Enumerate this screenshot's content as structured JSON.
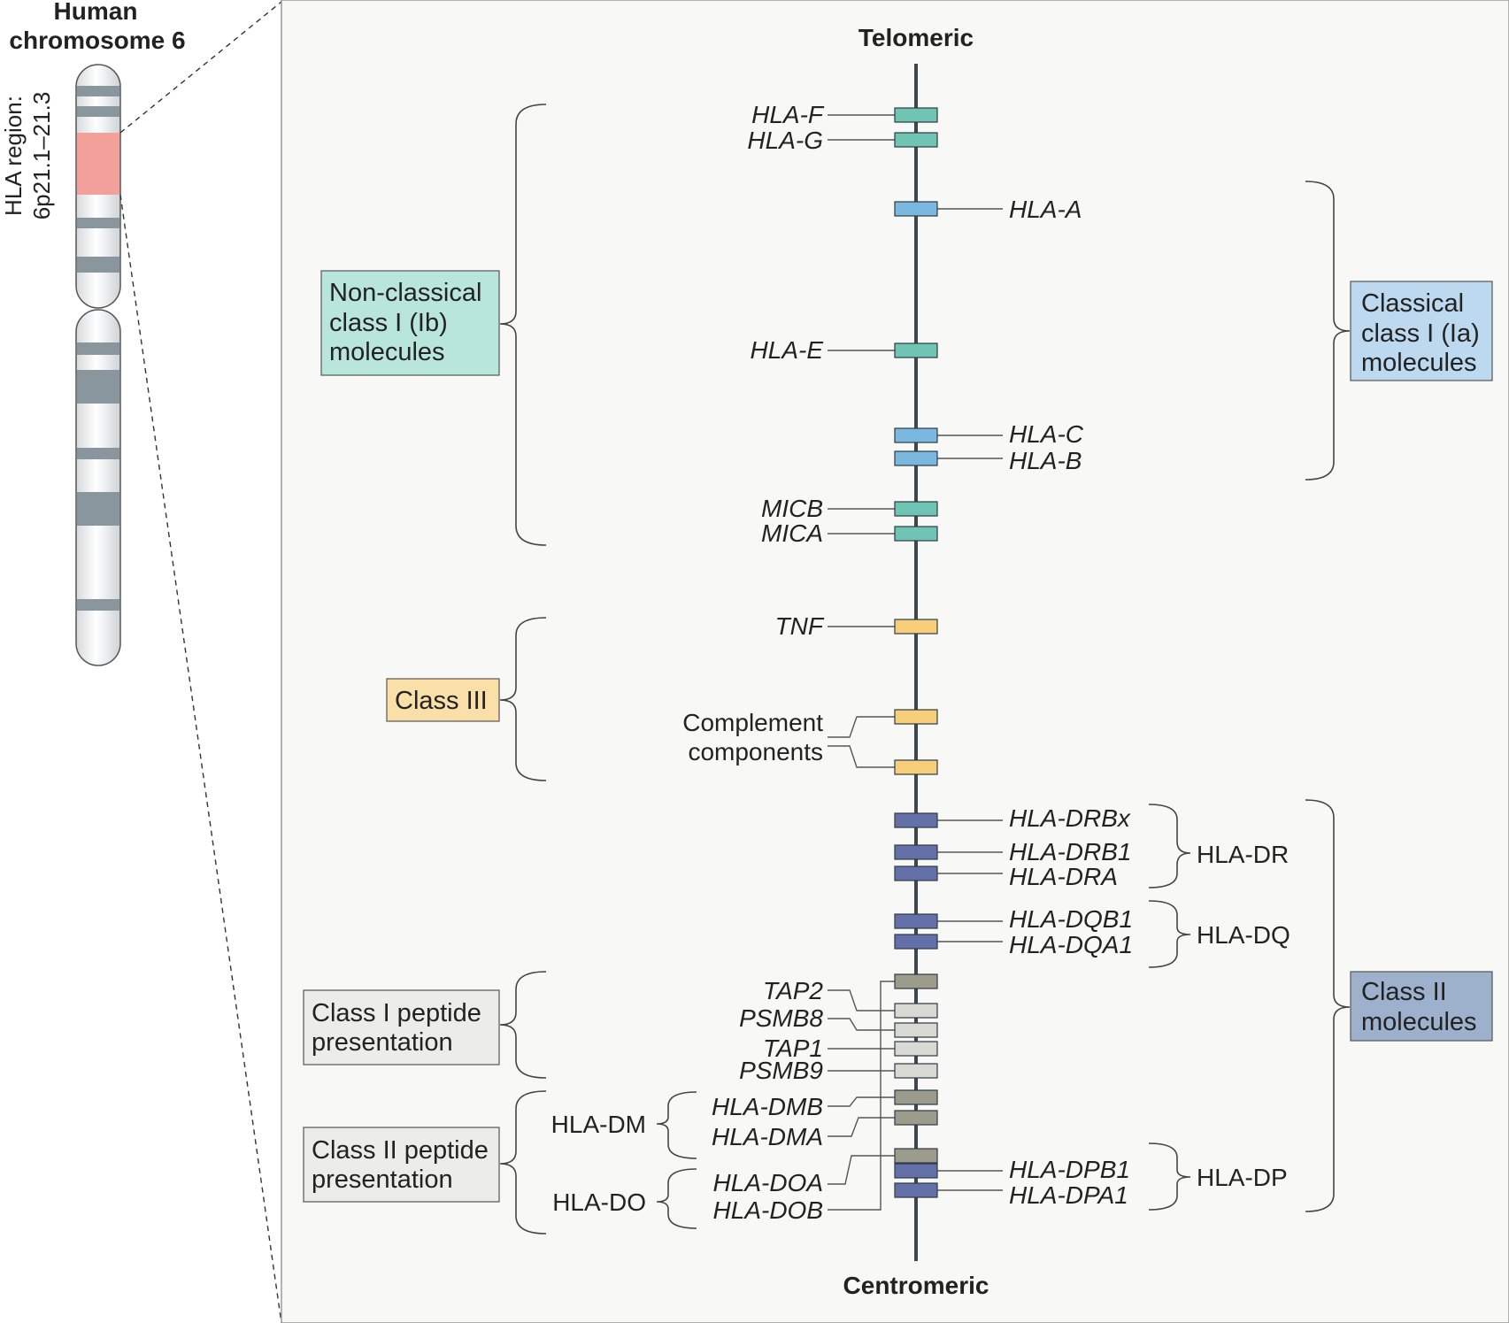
{
  "chromosome": {
    "title_line1": "Human",
    "title_line2": "chromosome 6",
    "region_line1": "HLA region:",
    "region_line2": "6p21.1–21.3"
  },
  "axis": {
    "top": "Telomeric",
    "bottom": "Centromeric"
  },
  "colors": {
    "nonclassical": "#6fc4b3",
    "classical": "#7ab8e0",
    "class3": "#f7cf7b",
    "class2": "#6470a8",
    "peptide_light": "#d9d9d4",
    "peptide_dark": "#9c9c8c",
    "highlight": "#f4a09a",
    "panel_bg": "#f8f8f6"
  },
  "genes": {
    "hla_f": "HLA-F",
    "hla_g": "HLA-G",
    "hla_a": "HLA-A",
    "hla_e": "HLA-E",
    "hla_c": "HLA-C",
    "hla_b": "HLA-B",
    "micb": "MICB",
    "mica": "MICA",
    "tnf": "TNF",
    "hla_drbx": "HLA-DRBx",
    "hla_drb1": "HLA-DRB1",
    "hla_dra": "HLA-DRA",
    "hla_dqb1": "HLA-DQB1",
    "hla_dqa1": "HLA-DQA1",
    "tap2": "TAP2",
    "psmb8": "PSMB8",
    "tap1": "TAP1",
    "psmb9": "PSMB9",
    "hla_dmb": "HLA-DMB",
    "hla_dma": "HLA-DMA",
    "hla_doa": "HLA-DOA",
    "hla_dob": "HLA-DOB",
    "hla_dpb1": "HLA-DPB1",
    "hla_dpa1": "HLA-DPA1"
  },
  "complement": {
    "line1": "Complement",
    "line2": "components"
  },
  "groups": {
    "hla_dr": "HLA-DR",
    "hla_dq": "HLA-DQ",
    "hla_dp": "HLA-DP",
    "hla_dm": "HLA-DM",
    "hla_do": "HLA-DO"
  },
  "categories": {
    "nonclassical": [
      "Non-classical",
      "class I (Ib)",
      "molecules"
    ],
    "classical": [
      "Classical",
      "class I (Ia)",
      "molecules"
    ],
    "class3": [
      "Class III"
    ],
    "class2": [
      "Class II",
      "molecules"
    ],
    "peptide1": [
      "Class I peptide",
      "presentation"
    ],
    "peptide2": [
      "Class II peptide",
      "presentation"
    ]
  }
}
